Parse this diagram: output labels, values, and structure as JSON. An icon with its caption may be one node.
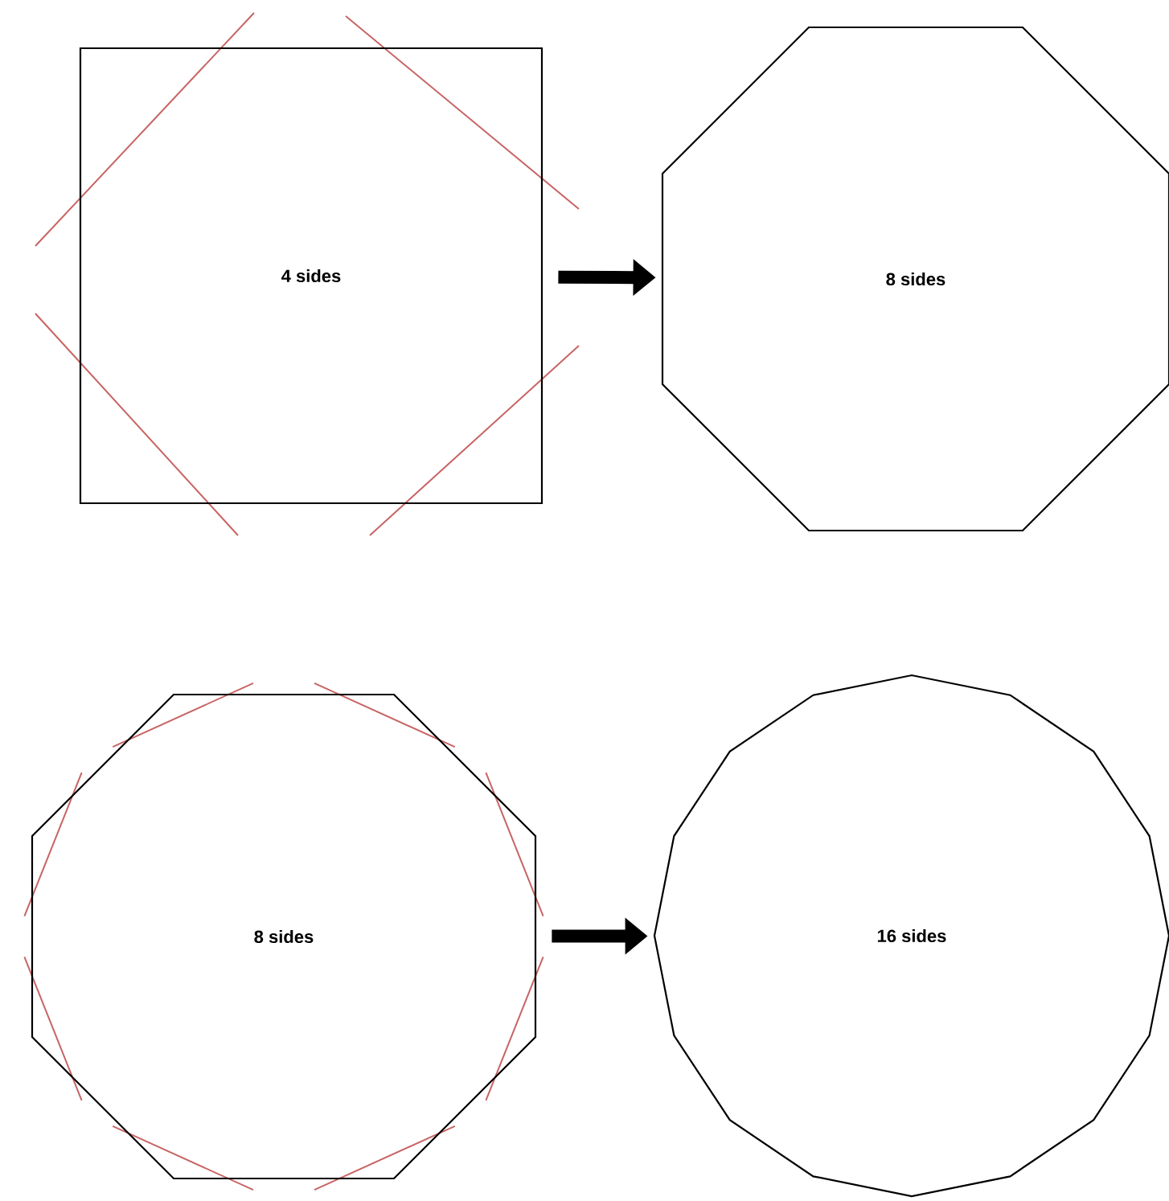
{
  "diagram": {
    "nodes": [
      {
        "text": [
          "4 sides"
        ]
      },
      {
        "text": [
          "8 sides"
        ]
      },
      {
        "text": [
          "8 sides"
        ]
      },
      {
        "text": [
          "16 sides"
        ]
      }
    ],
    "edges": [
      {
        "from": 0,
        "to": 1,
        "arrow": "to"
      },
      {
        "from": 2,
        "to": 3,
        "arrow": "to"
      }
    ]
  }
}
